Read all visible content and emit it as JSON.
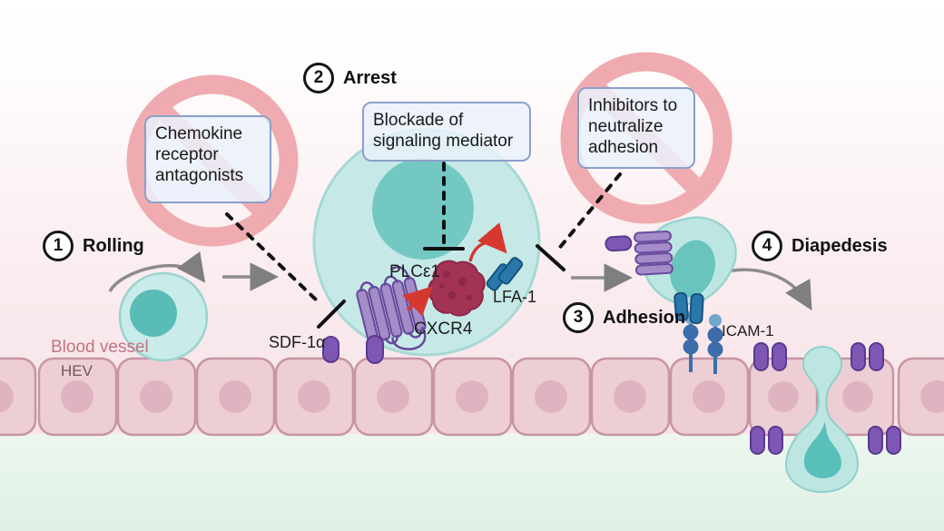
{
  "figure": {
    "steps": [
      {
        "number": "1",
        "label": "Rolling"
      },
      {
        "number": "2",
        "label": "Arrest"
      },
      {
        "number": "3",
        "label": "Adhesion"
      },
      {
        "number": "4",
        "label": "Diapedesis"
      }
    ],
    "inhibitor_boxes": [
      {
        "text": "Chemokine receptor antagonists"
      },
      {
        "text": "Blockade of signaling mediator"
      },
      {
        "text": "Inhibitors to neutralize adhesion"
      }
    ],
    "molecule_labels": {
      "sdf1a": "SDF-1α",
      "cxcr4": "CXCR4",
      "plce1": "PLCε1",
      "lfa1": "LFA-1",
      "icam1": "ICAM-1"
    },
    "vessel_labels": {
      "blood_vessel": "Blood vessel",
      "hev": "HEV"
    },
    "colors": {
      "prohibition_ring": "#efabaf",
      "leukocyte_body": "#c6e9e7",
      "leukocyte_nucleus": "#5fc0ba",
      "receptor_purple": "#a48cc9",
      "ligand_purple": "#7e57b5",
      "integrin_blue": "#2878ad",
      "plc_maroon": "#a23355",
      "vessel_cell_fill": "#edced4",
      "vessel_cell_border": "#c795a3",
      "vessel_nucleus": "#dfb4c0",
      "note_box_fill": "#e9f1fb",
      "note_box_border": "#8aa0cc",
      "arrow_gray": "#8c8c8c",
      "arrow_red": "#d6382f",
      "inhibition_black": "#111111"
    }
  }
}
